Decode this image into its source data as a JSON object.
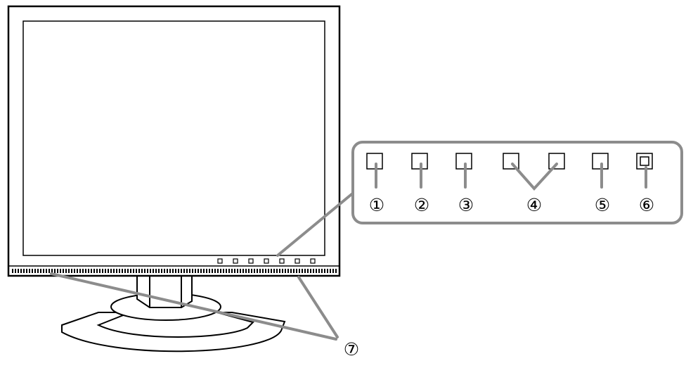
{
  "callouts": {
    "c1": "①",
    "c2": "②",
    "c3": "③",
    "c4": "④",
    "c5": "⑤",
    "c6": "⑥",
    "c7": "⑦"
  },
  "colors": {
    "outline": "#000000",
    "leader_line": "#8c8c8c"
  }
}
